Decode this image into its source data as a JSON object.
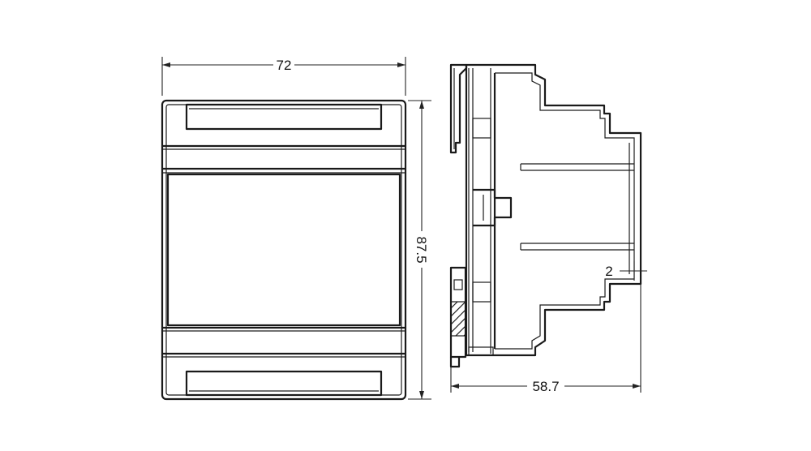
{
  "drawing": {
    "front_view": {
      "width_label": "72",
      "height_label": "87.5"
    },
    "side_view": {
      "depth_label": "58.7",
      "step_label": "2"
    }
  },
  "colors": {
    "line": "#1a1a1a",
    "background": "#ffffff"
  }
}
